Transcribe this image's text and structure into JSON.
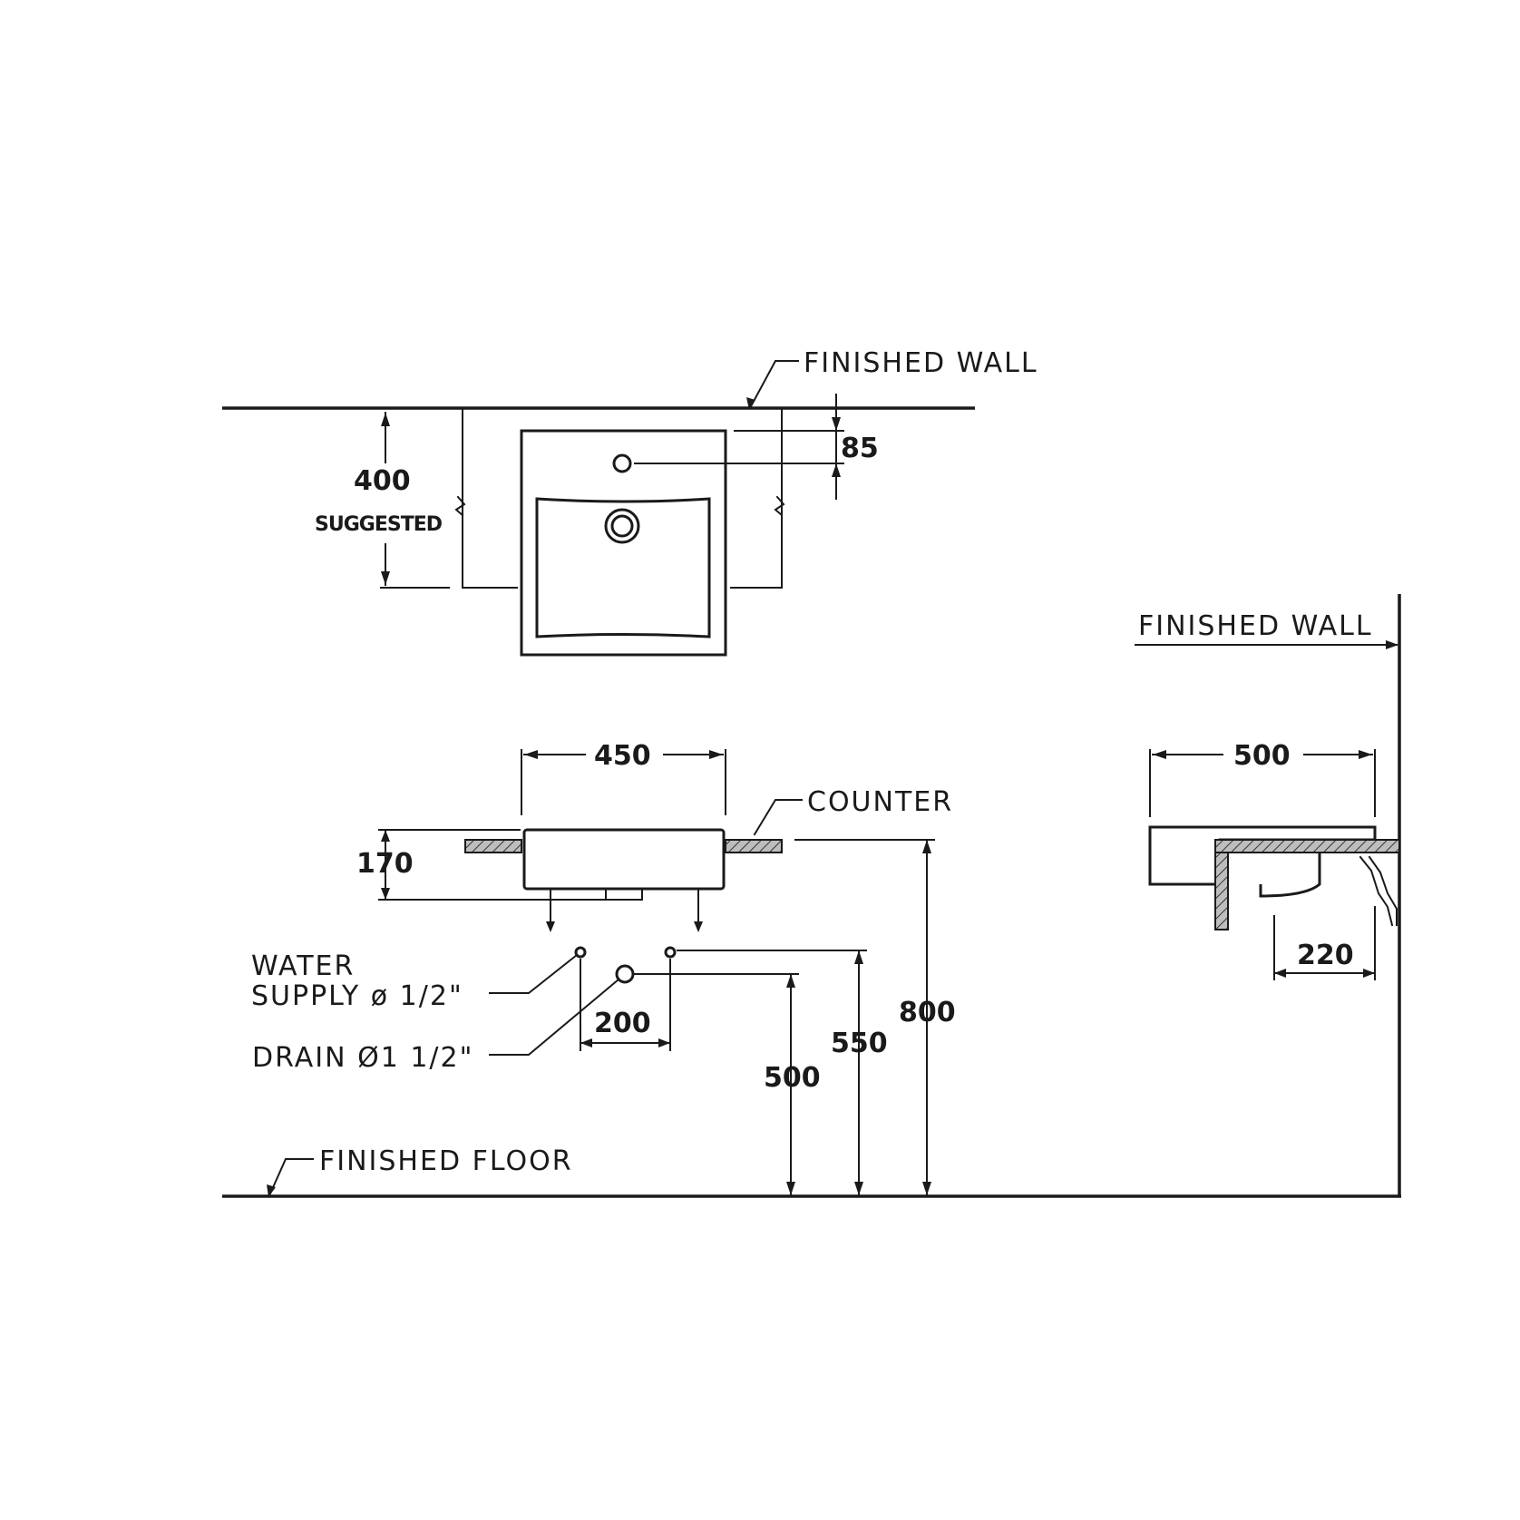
{
  "labels": {
    "finished_wall_top": "FINISHED  WALL",
    "finished_wall_side": "FINISHED  WALL",
    "counter": "COUNTER",
    "water_supply_line1": "WATER",
    "water_supply_line2": "SUPPLY ø 1/2\"",
    "drain": "DRAIN  Ø1 1/2\"",
    "finished_floor": "FINISHED  FLOOR",
    "suggested": "SUGGESTED"
  },
  "dimensions": {
    "d400": "400",
    "d85": "85",
    "d450": "450",
    "d170": "170",
    "d200": "200",
    "d500_height": "500",
    "d550": "550",
    "d800": "800",
    "d500_depth": "500",
    "d220": "220"
  }
}
